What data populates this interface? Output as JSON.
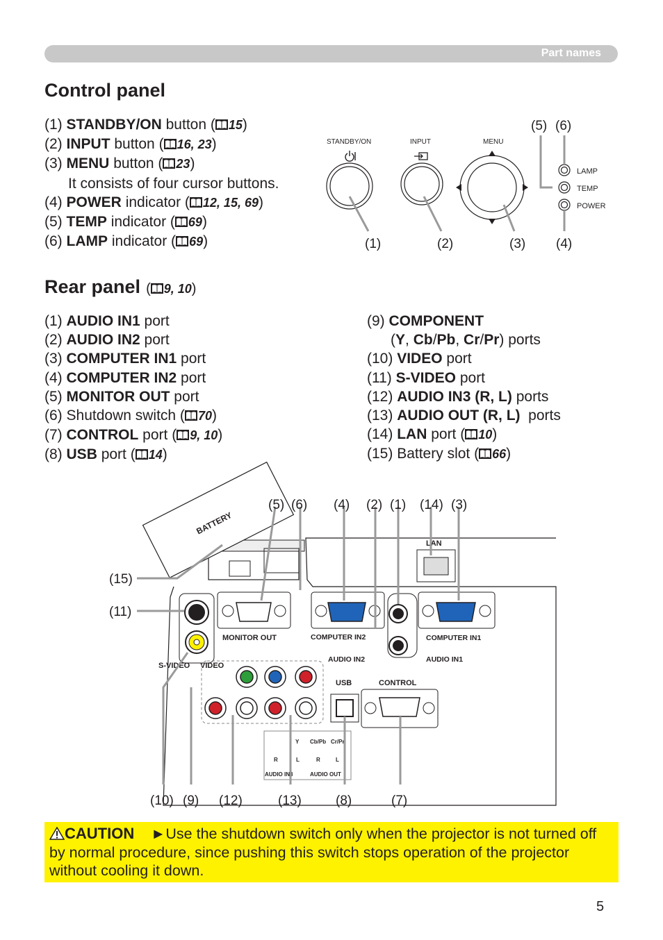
{
  "header": {
    "section_label": "Part names"
  },
  "control_panel": {
    "title": "Control panel",
    "items": [
      {
        "num": "(1)",
        "name": "STANDBY/ON",
        "suffix": " button (",
        "ref": "15",
        "close": ")"
      },
      {
        "num": "(2)",
        "name": "INPUT",
        "suffix": " button (",
        "ref": "16, 23",
        "close": ")"
      },
      {
        "num": "(3)",
        "name": "MENU",
        "suffix": " button (",
        "ref": "23",
        "close": ")"
      },
      {
        "num": "(4)",
        "name": "POWER",
        "suffix": " indicator (",
        "ref": "12, 15, 69",
        "close": ")"
      },
      {
        "num": "(5)",
        "name": "TEMP",
        "suffix": " indicator (",
        "ref": "69",
        "close": ")"
      },
      {
        "num": "(6)",
        "name": "LAMP",
        "suffix": " indicator (",
        "ref": "69",
        "close": ")"
      }
    ],
    "menu_note": "It consists of four cursor buttons.",
    "diagram": {
      "button_labels": [
        "STANDBY/ON",
        "INPUT",
        "MENU"
      ],
      "indicator_labels": [
        "LAMP",
        "TEMP",
        "POWER"
      ],
      "callouts": [
        "(1)",
        "(2)",
        "(3)",
        "(4)",
        "(5)",
        "(6)"
      ]
    }
  },
  "rear_panel": {
    "title": "Rear panel",
    "title_ref": "9, 10",
    "left_items": [
      {
        "num": "(1)",
        "name": "AUDIO IN1",
        "suffix": " port",
        "ref": "",
        "close": ""
      },
      {
        "num": "(2)",
        "name": "AUDIO IN2",
        "suffix": " port",
        "ref": "",
        "close": ""
      },
      {
        "num": "(3)",
        "name": "COMPUTER IN1",
        "suffix": " port",
        "ref": "",
        "close": ""
      },
      {
        "num": "(4)",
        "name": "COMPUTER IN2",
        "suffix": " port",
        "ref": "",
        "close": ""
      },
      {
        "num": "(5)",
        "name": "MONITOR OUT",
        "suffix": " port",
        "ref": "",
        "close": ""
      },
      {
        "num": "(6)",
        "name": "",
        "suffix": "Shutdown switch (",
        "ref": "70",
        "close": ")"
      },
      {
        "num": "(7)",
        "name": "CONTROL",
        "suffix": " port (",
        "ref": "9, 10",
        "close": ")"
      },
      {
        "num": "(8)",
        "name": "USB",
        "suffix": " port (",
        "ref": "14",
        "close": ")"
      }
    ],
    "right_items": {
      "component_num": "(9)",
      "component_name": "COMPONENT",
      "component_sub": {
        "y": "Y",
        "cb": "Cb",
        "pb": "Pb",
        "cr": "Cr",
        "pr": "Pr",
        "suffix": ") ports"
      },
      "rest": [
        {
          "num": "(10)",
          "name": "VIDEO",
          "suffix": " port",
          "ref": "",
          "close": ""
        },
        {
          "num": "(11)",
          "name": "S-VIDEO",
          "suffix": " port",
          "ref": "",
          "close": ""
        },
        {
          "num": "(12)",
          "name": "AUDIO IN3 (R, L)",
          "suffix": " ports",
          "ref": "",
          "close": ""
        },
        {
          "num": "(13)",
          "name": "AUDIO OUT (R, L)",
          "suffix": "  ports",
          "ref": "",
          "close": ""
        },
        {
          "num": "(14)",
          "name": "LAN",
          "suffix": " port (",
          "ref": "10",
          "close": ")"
        },
        {
          "num": "(15)",
          "name": "",
          "suffix": "Battery slot (",
          "ref": "66",
          "close": ")"
        }
      ]
    },
    "diagram": {
      "battery_label": "BATTERY",
      "lan_label": "LAN",
      "port_labels": {
        "monitor_out": "MONITOR OUT",
        "computer_in2": "COMPUTER IN2",
        "computer_in1": "COMPUTER IN1",
        "audio_in2": "AUDIO IN2",
        "audio_in1": "AUDIO IN1",
        "svideo": "S-VIDEO",
        "video": "VIDEO",
        "usb": "USB",
        "control": "CONTROL",
        "y": "Y",
        "cbpb": "Cb/Pb",
        "crpr": "Cr/Pr",
        "r1": "R",
        "l1": "L",
        "r2": "R",
        "l2": "L",
        "audio_in3": "AUDIO IN3",
        "audio_out": "AUDIO OUT"
      },
      "top_callouts": [
        "(5)",
        "(6)",
        "(4)",
        "(2)",
        "(1)",
        "(14)",
        "(3)"
      ],
      "left_callouts": [
        "(15)",
        "(11)"
      ],
      "bottom_callouts": [
        "(10)",
        "(9)",
        "(12)",
        "(13)",
        "(8)",
        "(7)"
      ]
    }
  },
  "caution": {
    "title": "CAUTION",
    "text": "►Use the shutdown switch only when the projector is not turned off by normal procedure, since pushing this switch stops operation of the projector without cooling it down."
  },
  "page_number": "5",
  "colors": {
    "header_bar": "#c8c8c8",
    "caution_bg": "#fff200",
    "port_blue": "#1f64b8"
  }
}
